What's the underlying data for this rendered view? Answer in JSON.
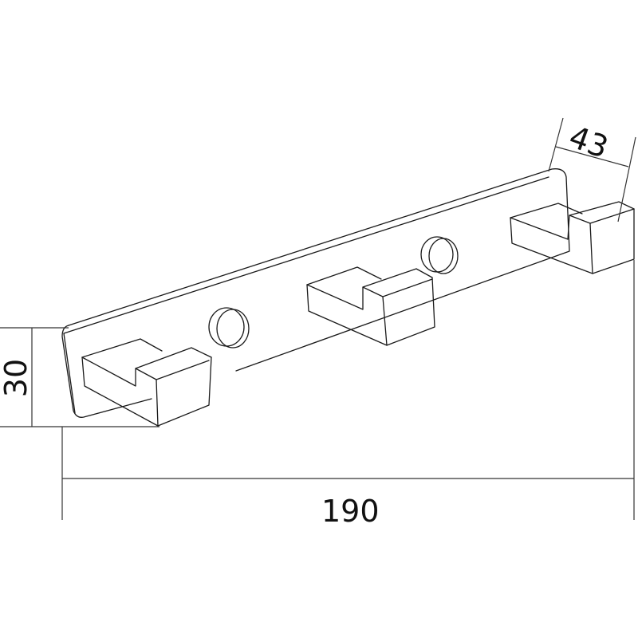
{
  "drawing": {
    "subject": "Wall hook rail with three hooks",
    "dimensions": {
      "length": "190",
      "height": "30",
      "depth": "43"
    },
    "colors": {
      "line": "#1a1a1a",
      "background": "#ffffff"
    }
  }
}
